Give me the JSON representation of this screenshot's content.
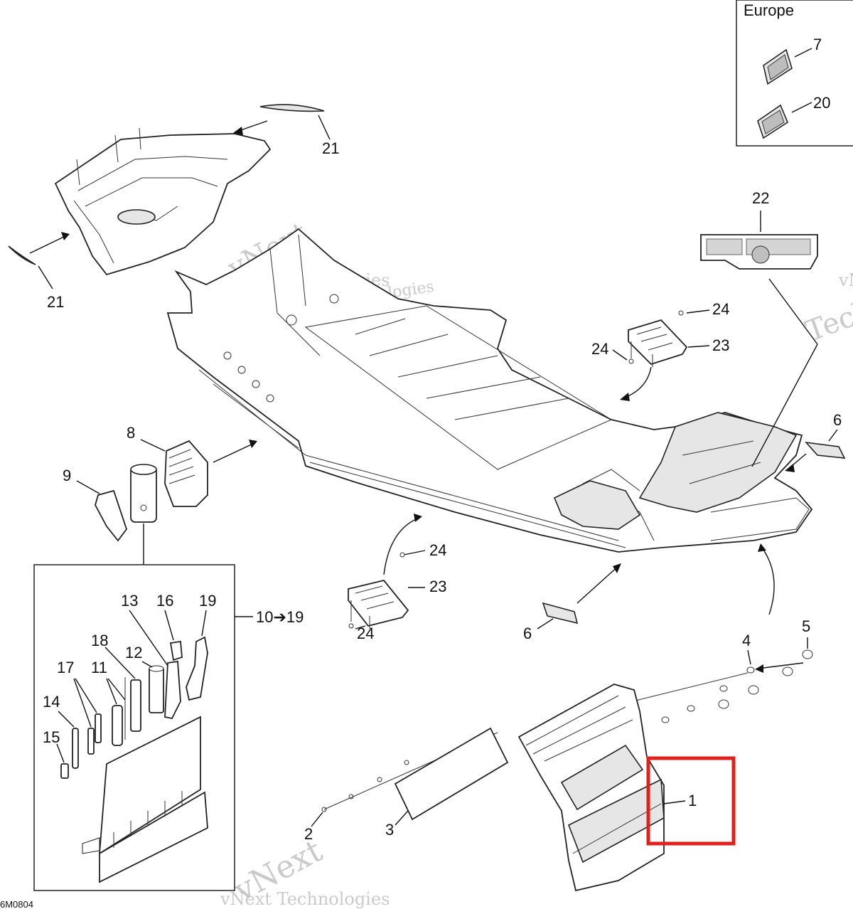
{
  "inset": {
    "title": "Europe",
    "labels": [
      "7",
      "20"
    ]
  },
  "callouts": {
    "c1": "1",
    "c2": "2",
    "c3": "3",
    "c4": "4",
    "c5": "5",
    "c6a": "6",
    "c6b": "6",
    "c8": "8",
    "c9": "9",
    "c10_19": "10➔19",
    "c11": "11",
    "c12": "12",
    "c13": "13",
    "c14": "14",
    "c15": "15",
    "c16": "16",
    "c17": "17",
    "c18": "18",
    "c19": "19",
    "c21a": "21",
    "c21b": "21",
    "c22": "22",
    "c23a": "23",
    "c23b": "23",
    "c24a": "24",
    "c24b": "24",
    "c24c": "24",
    "c24d": "24"
  },
  "diagram_code": "6M0804",
  "watermark": {
    "line1": "vNext Technologies",
    "line2": "vNext",
    "line3": "Technologies"
  },
  "highlight_color": "#e0201c"
}
